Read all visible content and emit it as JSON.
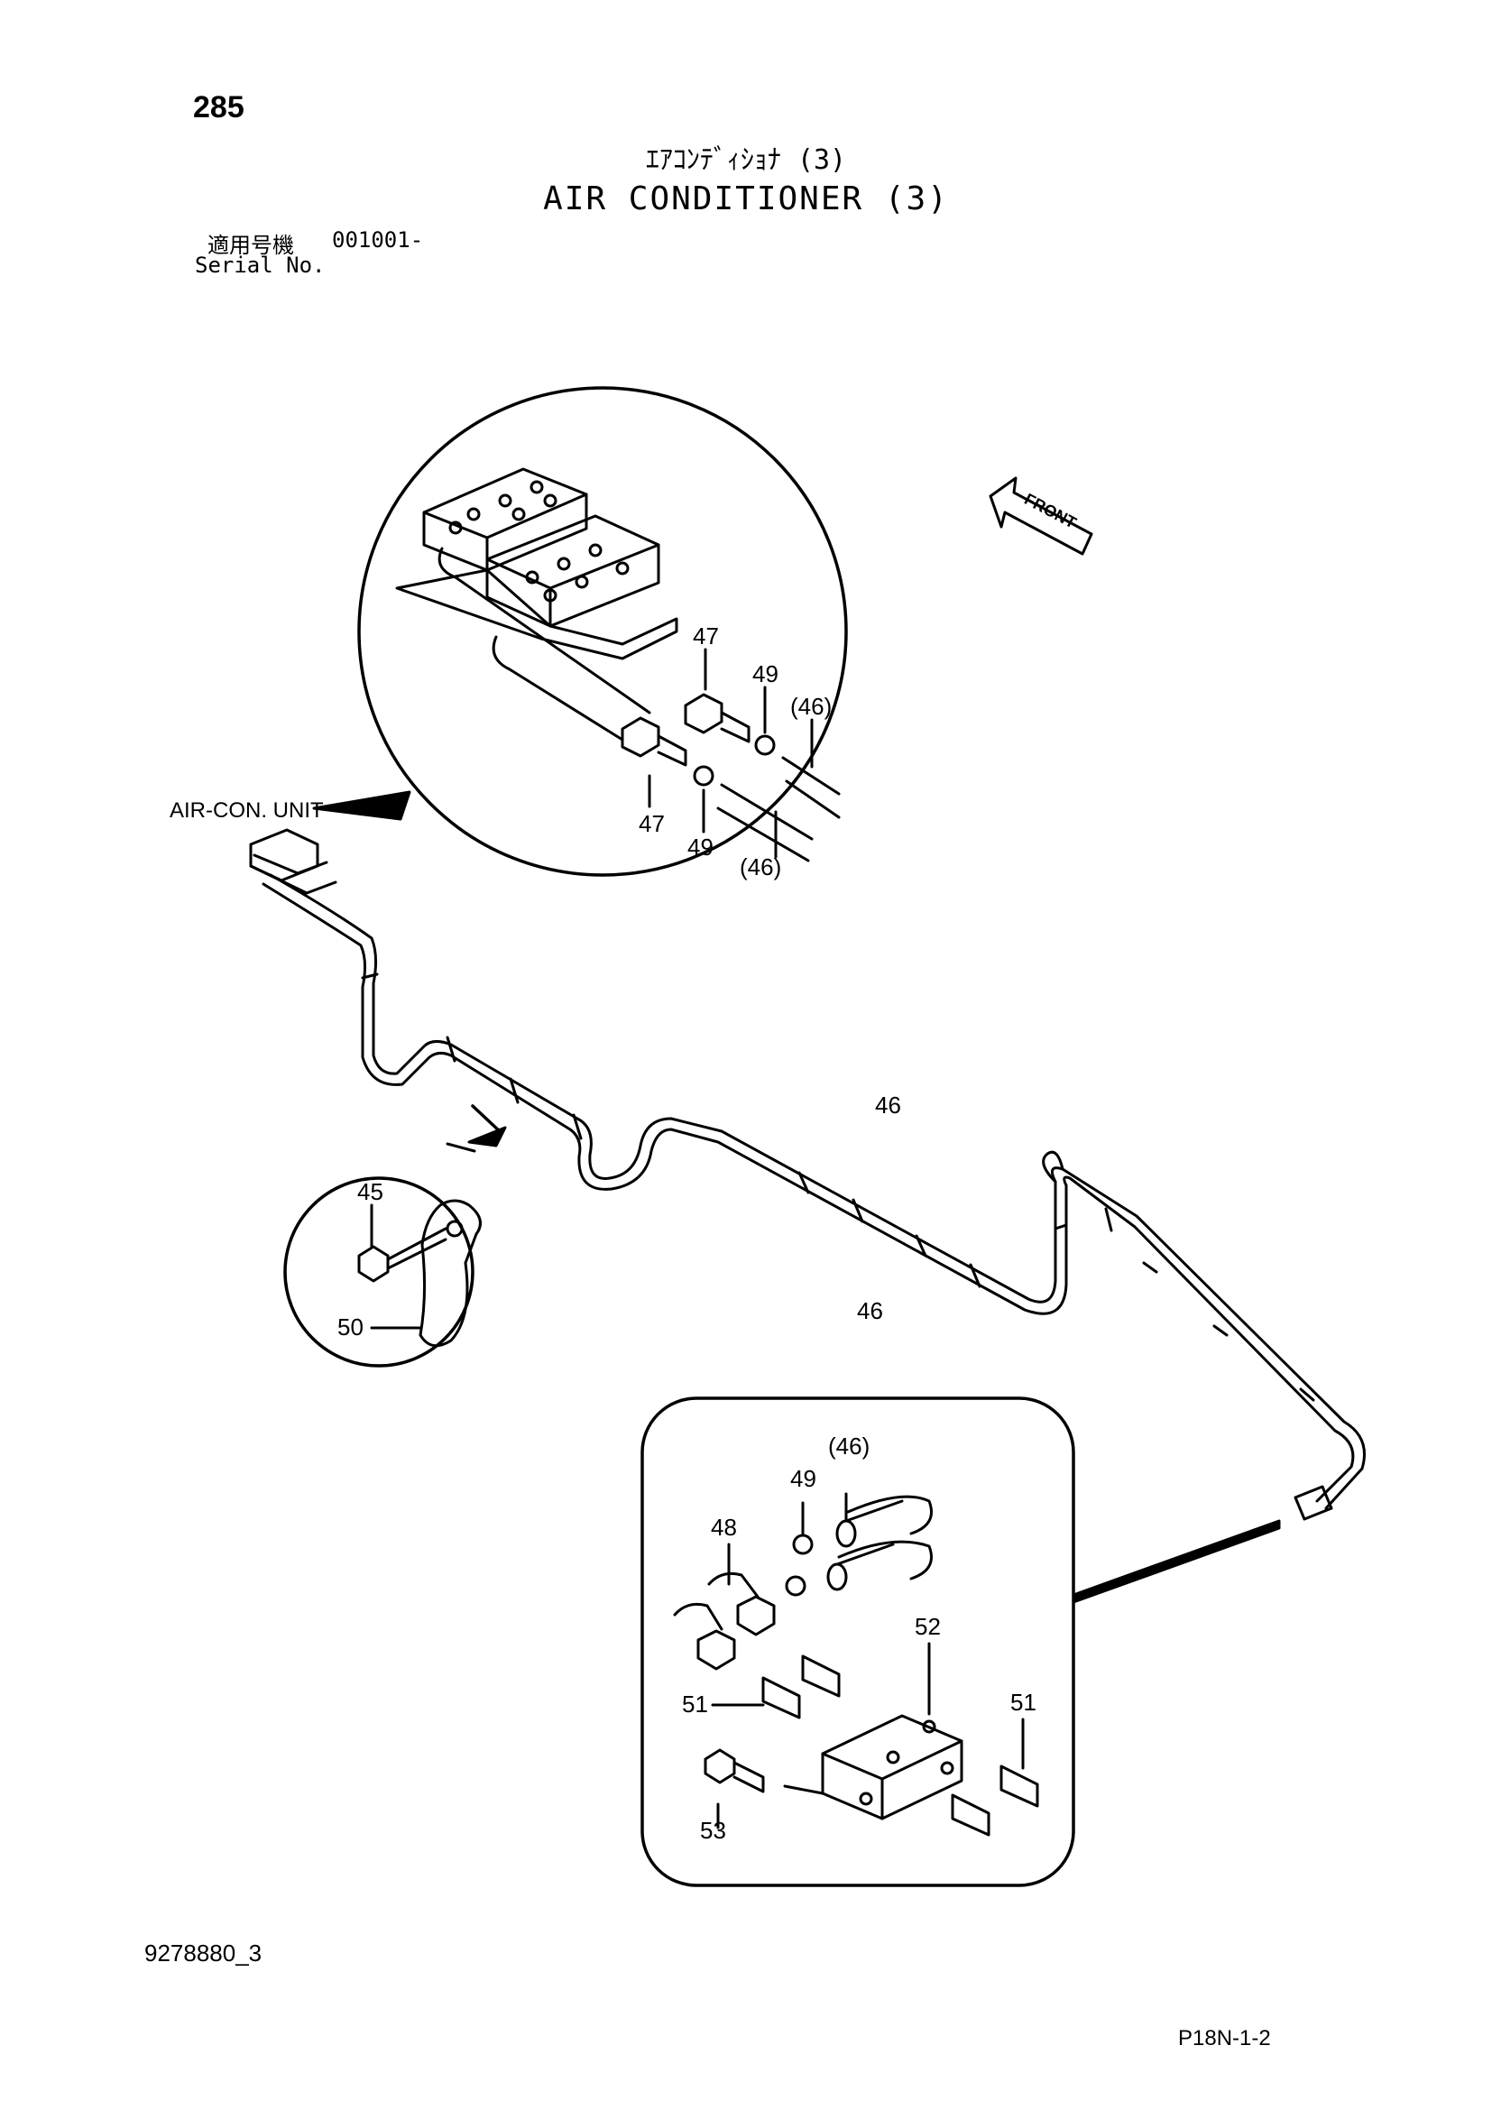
{
  "page_number": "285",
  "title_jp": "ｴｱｺﾝﾃﾞｨｼｮﾅ (3)",
  "title_en": "AIR CONDITIONER (3)",
  "serial": {
    "label_jp": "適用号機",
    "value": "001001-",
    "label_en": "Serial No."
  },
  "callouts": {
    "front": "FRONT",
    "air_con_unit": "AIR-CON. UNIT",
    "p47_a": "47",
    "p47_b": "47",
    "p49_a": "49",
    "p49_b": "49",
    "p46_ref_a": "(46)",
    "p46_ref_b": "(46)",
    "p45": "45",
    "p50": "50",
    "p46_a": "46",
    "p46_b": "46",
    "p46_ref_c": "(46)",
    "p49_c": "49",
    "p48": "48",
    "p52": "52",
    "p51_a": "51",
    "p51_b": "51",
    "p53": "53"
  },
  "doc_code": "9278880_3",
  "sheet_code": "P18N-1-2"
}
